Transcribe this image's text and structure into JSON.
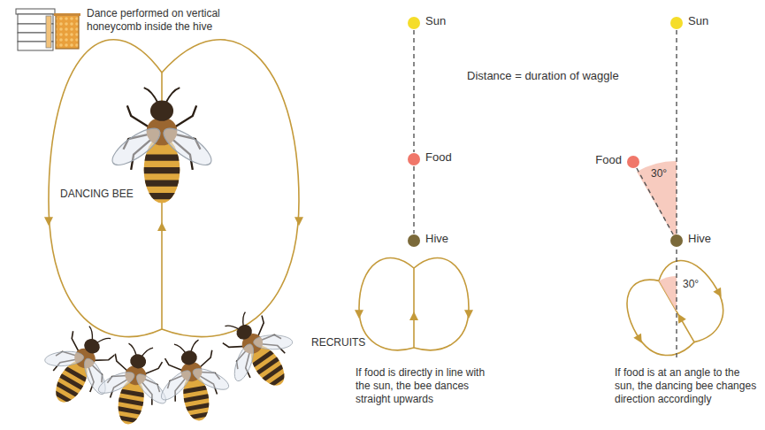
{
  "diagram": {
    "nodes": [
      {
        "text": [
          "Sun"
        ]
      },
      {
        "text": [
          "Food"
        ]
      },
      {
        "text": [
          "Hive"
        ]
      },
      {
        "text": [
          "Sun"
        ]
      },
      {
        "text": [
          "Food"
        ]
      },
      {
        "text": [
          "Hive"
        ]
      }
    ],
    "edges": [
      {
        "from": 0,
        "to": 1,
        "arrow": "none"
      },
      {
        "from": 1,
        "to": 2,
        "arrow": "none"
      },
      {
        "from": 3,
        "to": 5,
        "arrow": "none"
      },
      {
        "from": 4,
        "to": 5,
        "arrow": "none"
      }
    ],
    "labels": [
      "Dance performed on vertical honeycomb inside the hive",
      "DANCING BEE",
      "RECRUITS",
      "Distance = duration of waggle",
      "30°",
      "30°",
      "If food is directly in line with the sun, the bee dances straight upwards",
      "If food is at an angle to the sun, the dancing bee changes direction accordingly"
    ]
  }
}
